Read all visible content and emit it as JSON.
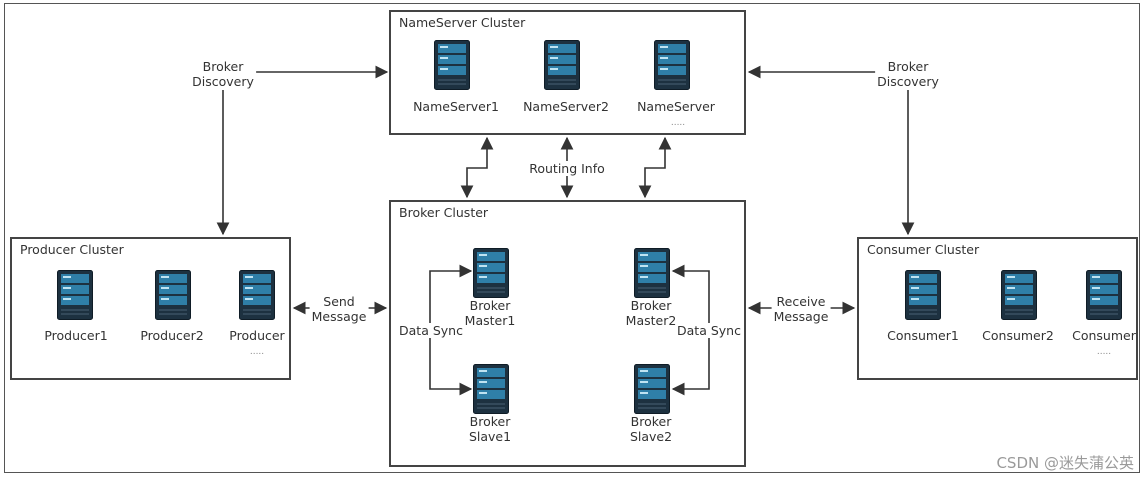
{
  "nameserver_cluster": {
    "title": "NameServer Cluster",
    "servers": [
      "NameServer1",
      "NameServer2",
      "NameServer"
    ],
    "more": "....."
  },
  "broker_cluster": {
    "title": "Broker Cluster",
    "master1": [
      "Broker",
      "Master1"
    ],
    "master2": [
      "Broker",
      "Master2"
    ],
    "slave1": [
      "Broker",
      "Slave1"
    ],
    "slave2": [
      "Broker",
      "Slave2"
    ],
    "sync_left": "Data Sync",
    "sync_right": "Data Sync"
  },
  "producer_cluster": {
    "title": "Producer Cluster",
    "servers": [
      "Producer1",
      "Producer2",
      "Producer"
    ],
    "more": "....."
  },
  "consumer_cluster": {
    "title": "Consumer Cluster",
    "servers": [
      "Consumer1",
      "Consumer2",
      "Consumer"
    ],
    "more": "....."
  },
  "edges": {
    "broker_discovery_left": [
      "Broker",
      "Discovery"
    ],
    "broker_discovery_right": [
      "Broker",
      "Discovery"
    ],
    "routing_info": "Routing Info",
    "send_message": [
      "Send",
      "Message"
    ],
    "receive_message": [
      "Receive",
      "Message"
    ]
  },
  "watermark": "CSDN @迷失蒲公英",
  "colors": {
    "server_dark": "#1d3140",
    "server_screen": "#2f7fa8",
    "line": "#333333"
  }
}
